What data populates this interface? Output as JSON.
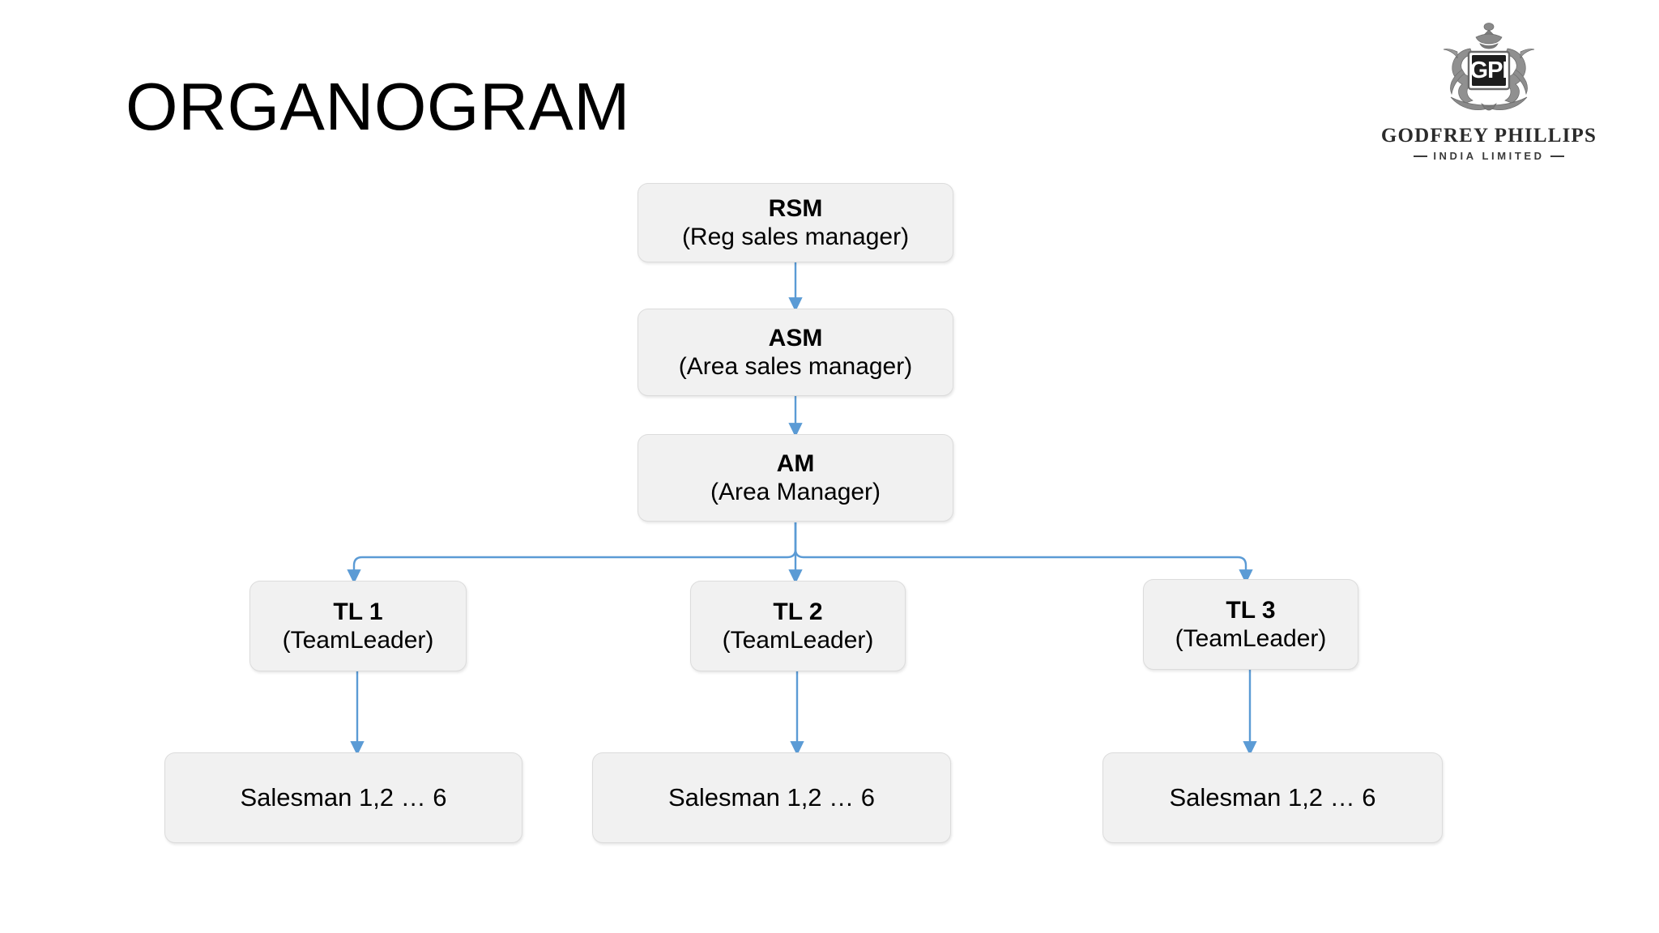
{
  "slide": {
    "title": "ORGANOGRAM",
    "background_color": "#ffffff"
  },
  "logo": {
    "crest_icon": "gpi-heraldic-crest-icon",
    "crest_monogram": "GPI",
    "company_name": "GODFREY PHILLIPS",
    "company_subtitle": "INDIA LIMITED"
  },
  "chart_data": {
    "type": "org-chart",
    "title": "ORGANOGRAM",
    "node_fill_color": "#f1f1f1",
    "node_border_color": "#dcdcdc",
    "connector_color": "#5b9bd5",
    "nodes": [
      {
        "id": "rsm",
        "title": "RSM",
        "subtitle": "(Reg sales manager)",
        "level": 1
      },
      {
        "id": "asm",
        "title": "ASM",
        "subtitle": "(Area sales manager)",
        "level": 2
      },
      {
        "id": "am",
        "title": "AM",
        "subtitle": "(Area Manager)",
        "level": 3
      },
      {
        "id": "tl1",
        "title": "TL 1",
        "subtitle": "(TeamLeader)",
        "level": 4
      },
      {
        "id": "tl2",
        "title": "TL 2",
        "subtitle": "(TeamLeader)",
        "level": 4
      },
      {
        "id": "tl3",
        "title": "TL 3",
        "subtitle": "(TeamLeader)",
        "level": 4
      },
      {
        "id": "sm1",
        "title": "",
        "subtitle": "Salesman 1,2 … 6",
        "level": 5
      },
      {
        "id": "sm2",
        "title": "",
        "subtitle": "Salesman 1,2 … 6",
        "level": 5
      },
      {
        "id": "sm3",
        "title": "",
        "subtitle": "Salesman 1,2 … 6",
        "level": 5
      }
    ],
    "edges": [
      {
        "from": "rsm",
        "to": "asm"
      },
      {
        "from": "asm",
        "to": "am"
      },
      {
        "from": "am",
        "to": "tl1"
      },
      {
        "from": "am",
        "to": "tl2"
      },
      {
        "from": "am",
        "to": "tl3"
      },
      {
        "from": "tl1",
        "to": "sm1"
      },
      {
        "from": "tl2",
        "to": "sm2"
      },
      {
        "from": "tl3",
        "to": "sm3"
      }
    ]
  }
}
